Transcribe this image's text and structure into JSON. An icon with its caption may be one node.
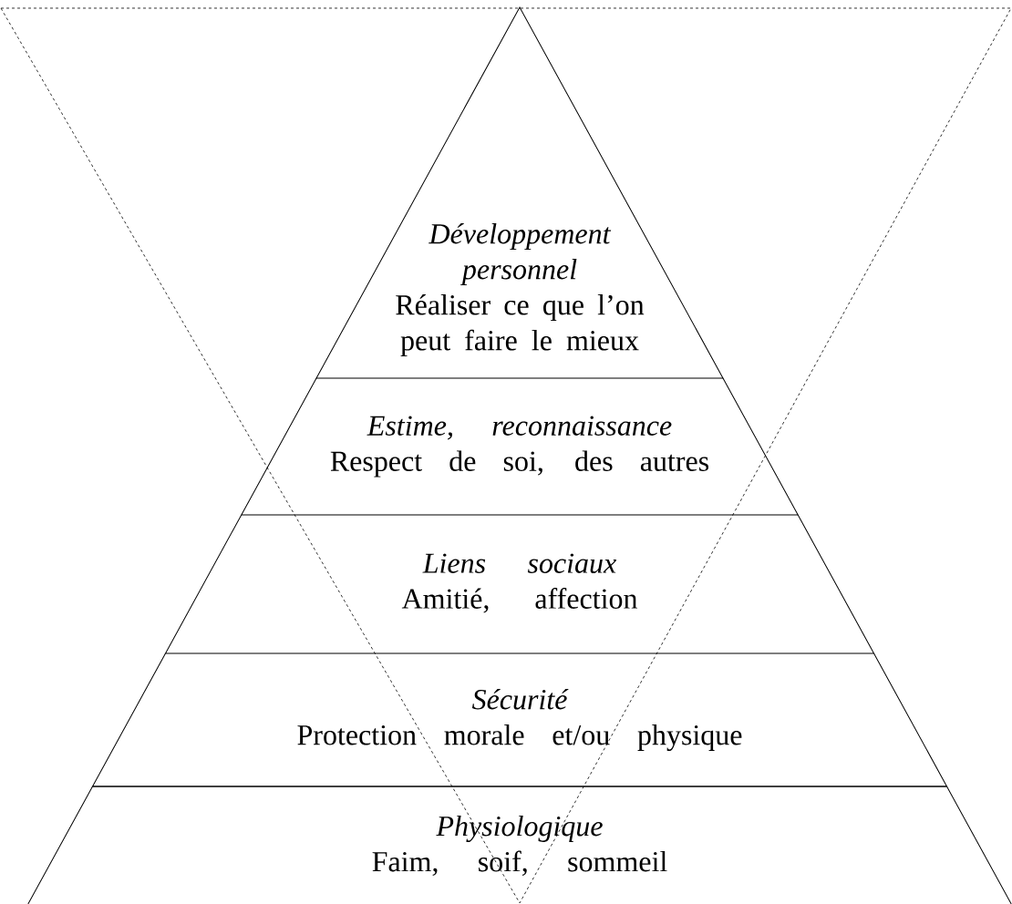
{
  "diagram": {
    "nodes": [
      {
        "text": [
          "Développement personnel",
          "Réaliser ce que l’on peut faire le mieux"
        ]
      },
      {
        "text": [
          "Estime, reconnaissance",
          "Respect de soi, des autres"
        ]
      },
      {
        "text": [
          "Liens sociaux",
          "Amitié, affection"
        ]
      },
      {
        "text": [
          "Sécurité",
          "Protection morale et/ou physique"
        ]
      },
      {
        "text": [
          "Physiologique",
          "Faim, soif, sommeil"
        ]
      }
    ]
  }
}
